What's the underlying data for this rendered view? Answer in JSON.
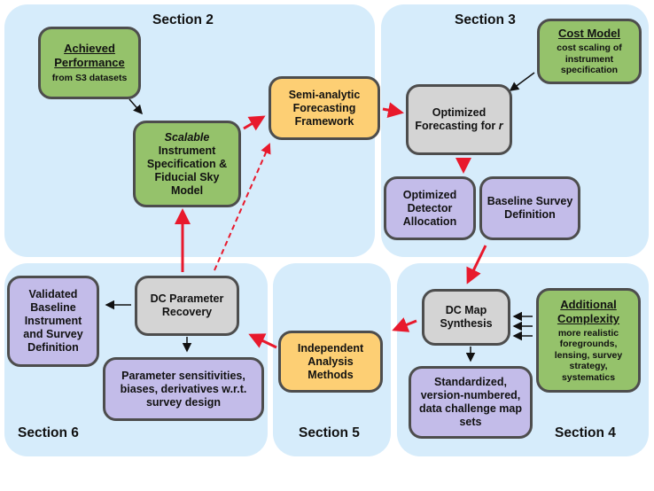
{
  "sections": {
    "s2": "Section 2",
    "s3": "Section 3",
    "s4": "Section 4",
    "s5": "Section 5",
    "s6": "Section 6"
  },
  "boxes": {
    "achieved": {
      "title": "Achieved Performance",
      "sub": "from S3 datasets"
    },
    "scalable": {
      "italic": "Scalable",
      "rest": "Instrument Specification & Fiducial Sky Model"
    },
    "forecasting": {
      "label": "Semi-analytic Forecasting Framework"
    },
    "cost": {
      "title": "Cost Model",
      "sub": "cost scaling of instrument specification"
    },
    "optimized": {
      "label": "Optimized Forecasting for",
      "var": "r"
    },
    "detector": {
      "label": "Optimized Detector Allocation"
    },
    "baseline_survey": {
      "label": "Baseline Survey Definition"
    },
    "dc_recovery": {
      "label": "DC Parameter Recovery"
    },
    "validated": {
      "label": "Validated Baseline Instrument and Survey Definition"
    },
    "sensitivities": {
      "label": "Parameter sensitivities, biases, derivatives w.r.t. survey design"
    },
    "independent": {
      "label": "Independent Analysis Methods"
    },
    "dc_synthesis": {
      "label": "DC Map Synthesis"
    },
    "additional": {
      "title": "Additional Complexity",
      "sub": "more realistic foregrounds, lensing, survey strategy, systematics"
    },
    "standardized": {
      "label": "Standardized, version-numbered, data challenge map sets"
    }
  },
  "colors": {
    "panel": "#d6ecfb",
    "green": "#95c26b",
    "orange": "#fdcf74",
    "gray": "#d4d4d4",
    "purple": "#c3bce9",
    "red_arrow": "#e8192c",
    "black_arrow": "#111111"
  }
}
